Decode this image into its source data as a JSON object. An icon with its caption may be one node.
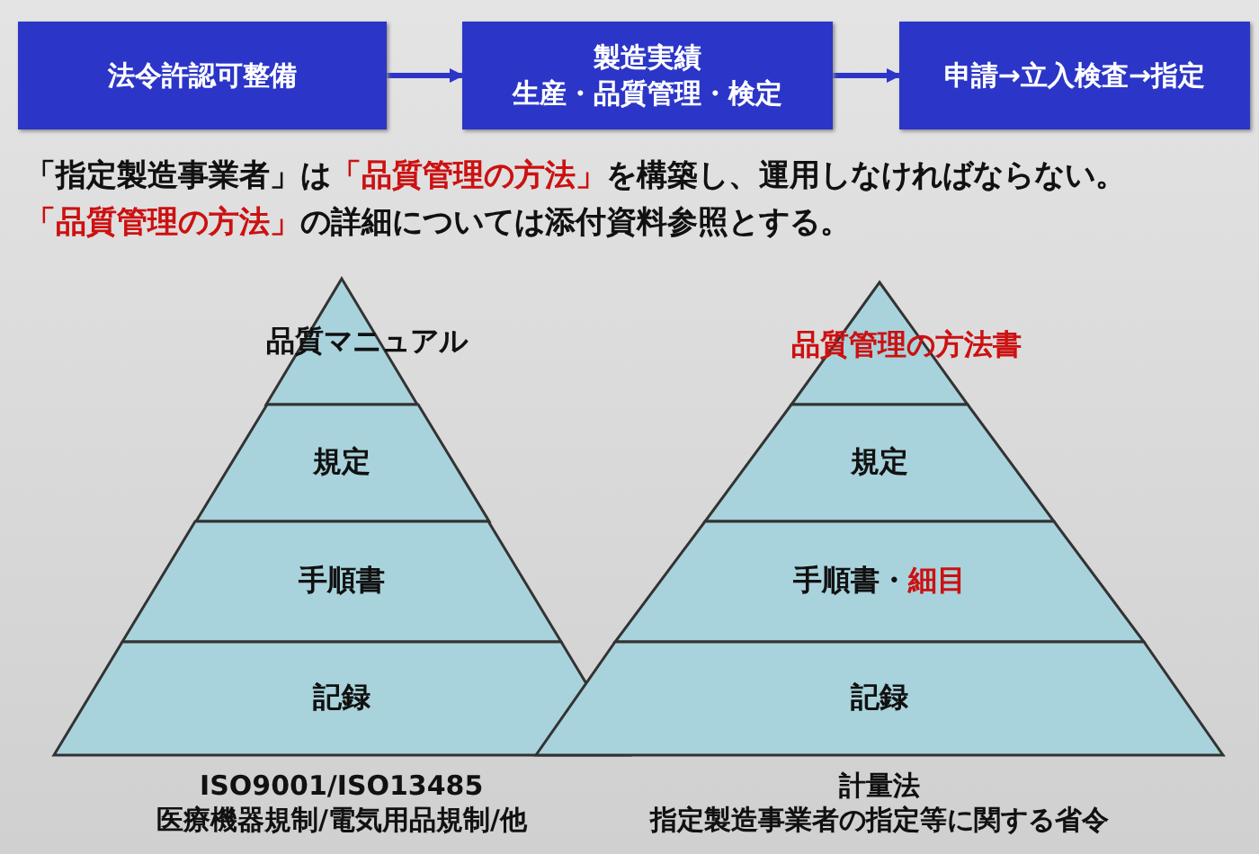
{
  "diagram": {
    "nodes": [
      {
        "text": [
          "法令許認可整備"
        ]
      },
      {
        "text": [
          "製造実績",
          "生産・品質管理・検定"
        ]
      },
      {
        "text": [
          "申請→立入検査→指定"
        ]
      },
      {
        "text": [
          "品質マニュアル"
        ]
      },
      {
        "text": [
          "規定"
        ]
      },
      {
        "text": [
          "手順書"
        ]
      },
      {
        "text": [
          "記録"
        ],
        "beside": [
          "ISO9001/ISO13485",
          "医療機器規制/電気用品規制/他"
        ]
      },
      {
        "text": [
          "品質管理の方法書"
        ]
      },
      {
        "text": [
          "規定"
        ]
      },
      {
        "text": [
          "手順書・**細目**"
        ]
      },
      {
        "text": [
          "記録"
        ],
        "beside": [
          "計量法",
          "指定製造事業者の指定等に関する省令"
        ]
      }
    ],
    "edges": [
      {
        "from": 0,
        "to": 1,
        "arrow": "to"
      },
      {
        "from": 1,
        "to": 2,
        "arrow": "to"
      }
    ],
    "labels": [
      "「指定製造事業者」は**「品質管理の方法」**を構築し、運用しなければならない。",
      "**「品質管理の方法」**の詳細については添付資料参照とする。"
    ]
  }
}
